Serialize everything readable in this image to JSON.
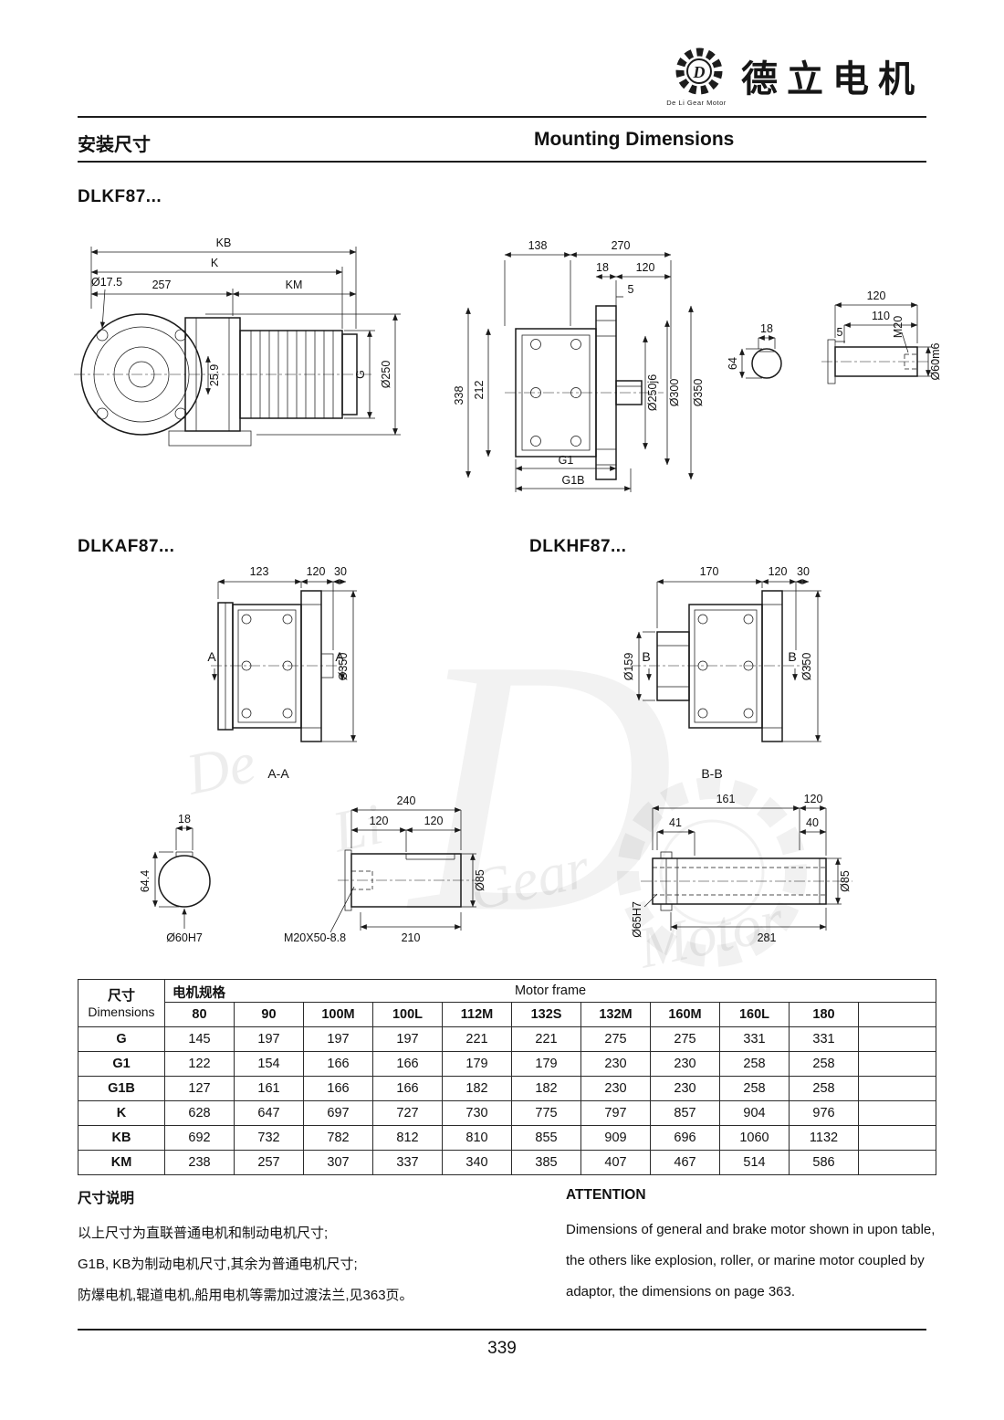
{
  "header": {
    "brand_cn": "德立电机",
    "brand_en": "De Li Gear Motor",
    "logo_letter": "D"
  },
  "page_title": {
    "cn": "安装尺寸",
    "en": "Mounting Dimensions"
  },
  "models": {
    "dlkf": "DLKF87...",
    "dlkaf": "DLKAF87...",
    "dlkhf": "DLKHF87..."
  },
  "dims": {
    "side": {
      "kb": "KB",
      "k": "K",
      "d17_5": "Ø17.5",
      "n257": "257",
      "km": "KM",
      "n25_9": "25.9",
      "g": "G",
      "d250": "Ø250"
    },
    "front": {
      "n138": "138",
      "n270": "270",
      "n18": "18",
      "n120": "120",
      "n5": "5",
      "n338": "338",
      "n212": "212",
      "d250j6": "Ø250j6",
      "d300": "Ø300",
      "d350": "Ø350",
      "g1": "G1",
      "g1b": "G1B"
    },
    "shaft": {
      "n18": "18",
      "n64": "64",
      "n120": "120",
      "n110": "110",
      "n5": "5",
      "m20": "M20",
      "d60m6": "Ø60m6"
    },
    "kaf": {
      "n123": "123",
      "n120": "120",
      "n30": "30",
      "a": "A",
      "d350": "Ø350",
      "section": "A-A"
    },
    "khf": {
      "n170": "170",
      "n120": "120",
      "n30": "30",
      "b": "B",
      "d159": "Ø159",
      "d350": "Ø350",
      "section": "B-B"
    },
    "aa": {
      "n18": "18",
      "n64_4": "64.4",
      "d60h7": "Ø60H7",
      "n240": "240",
      "n120a": "120",
      "n120b": "120",
      "d85": "Ø85",
      "m20x50": "M20X50-8.8",
      "n210": "210"
    },
    "bb": {
      "n161": "161",
      "n120": "120",
      "n41": "41",
      "n40": "40",
      "d85": "Ø85",
      "d65h7": "Ø65H7",
      "n281": "281"
    }
  },
  "table": {
    "dim_cn": "尺寸",
    "dim_en": "Dimensions",
    "motor_cn": "电机规格",
    "motor_en": "Motor frame",
    "columns": [
      "80",
      "90",
      "100M",
      "100L",
      "112M",
      "132S",
      "132M",
      "160M",
      "160L",
      "180"
    ],
    "rows": [
      {
        "label": "G",
        "values": [
          "145",
          "197",
          "197",
          "197",
          "221",
          "221",
          "275",
          "275",
          "331",
          "331"
        ]
      },
      {
        "label": "G1",
        "values": [
          "122",
          "154",
          "166",
          "166",
          "179",
          "179",
          "230",
          "230",
          "258",
          "258"
        ]
      },
      {
        "label": "G1B",
        "values": [
          "127",
          "161",
          "166",
          "166",
          "182",
          "182",
          "230",
          "230",
          "258",
          "258"
        ]
      },
      {
        "label": "K",
        "values": [
          "628",
          "647",
          "697",
          "727",
          "730",
          "775",
          "797",
          "857",
          "904",
          "976"
        ]
      },
      {
        "label": "KB",
        "values": [
          "692",
          "732",
          "782",
          "812",
          "810",
          "855",
          "909",
          "696",
          "1060",
          "1132"
        ]
      },
      {
        "label": "KM",
        "values": [
          "238",
          "257",
          "307",
          "337",
          "340",
          "385",
          "407",
          "467",
          "514",
          "586"
        ]
      }
    ]
  },
  "notes": {
    "cn_title": "尺寸说明",
    "cn_lines": [
      "以上尺寸为直联普通电机和制动电机尺寸;",
      "G1B, KB为制动电机尺寸,其余为普通电机尺寸;",
      "防爆电机,辊道电机,船用电机等需加过渡法兰,见363页。"
    ],
    "en_title": "ATTENTION",
    "en_lines": [
      "Dimensions of general and brake motor shown in upon table,",
      "the others like explosion, roller, or marine motor coupled by",
      "adaptor, the dimensions on page 363."
    ]
  },
  "watermark": {
    "letter": "D",
    "words": [
      "De",
      "Li",
      "Gear",
      "Motor"
    ]
  },
  "page_number": "339"
}
